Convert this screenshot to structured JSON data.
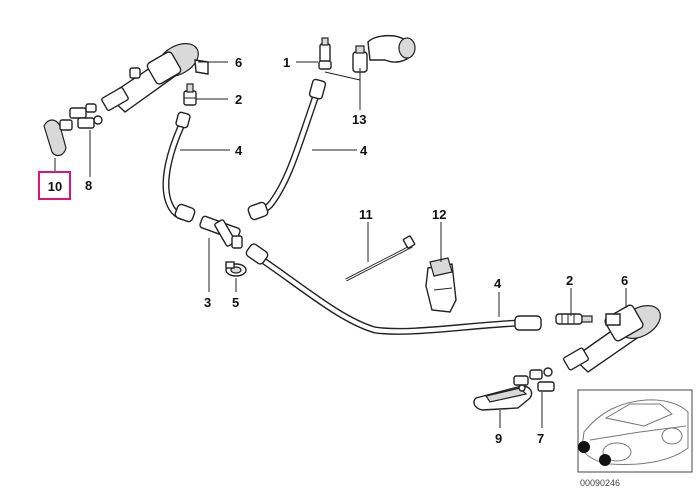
{
  "diagram": {
    "callouts": {
      "c1": "1",
      "c2a": "2",
      "c2b": "2",
      "c3": "3",
      "c4a": "4",
      "c4b": "4",
      "c4c": "4",
      "c5": "5",
      "c6a": "6",
      "c6b": "6",
      "c7": "7",
      "c8": "8",
      "c9": "9",
      "c10": "10",
      "c11": "11",
      "c12": "12",
      "c13": "13"
    },
    "highlighted_part": "10",
    "highlight_color": "#e0127a",
    "inset_code": "00090246"
  }
}
